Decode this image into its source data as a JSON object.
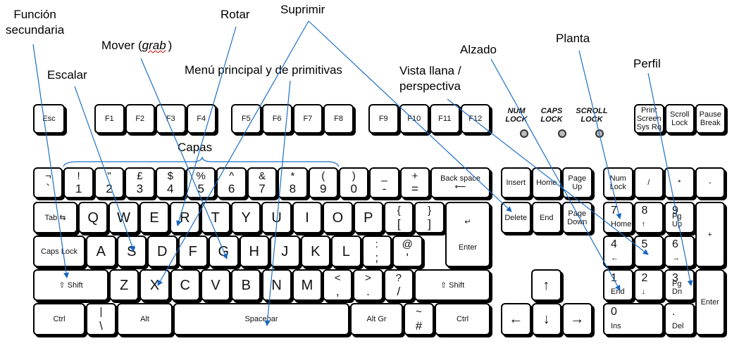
{
  "annotations": {
    "funcion_secundaria": [
      "Función",
      "secundaria"
    ],
    "escalar": "Escalar",
    "mover": "Mover (",
    "mover_grab": "grab",
    "mover_close": ")",
    "rotar": "Rotar",
    "suprimir": "Suprimir",
    "menu": "Menú principal y de primitivas",
    "capas": "Capas",
    "vista": [
      "Vista llana /",
      "perspectiva"
    ],
    "alzado": "Alzado",
    "planta": "Planta",
    "perfil": "Perfil"
  },
  "leds": [
    {
      "label": "NUM\nLOCK"
    },
    {
      "label": "CAPS\nLOCK"
    },
    {
      "label": "SCROLL\nLOCK"
    }
  ],
  "keys": [
    {
      "id": "esc",
      "label": "Esc"
    },
    {
      "id": "f1",
      "label": "F1"
    },
    {
      "id": "f2",
      "label": "F2"
    },
    {
      "id": "f3",
      "label": "F3"
    },
    {
      "id": "f4",
      "label": "F4"
    },
    {
      "id": "f5",
      "label": "F5"
    },
    {
      "id": "f6",
      "label": "F6"
    },
    {
      "id": "f7",
      "label": "F7"
    },
    {
      "id": "f8",
      "label": "F8"
    },
    {
      "id": "f9",
      "label": "F9"
    },
    {
      "id": "f10",
      "label": "F10"
    },
    {
      "id": "f11",
      "label": "F11"
    },
    {
      "id": "f12",
      "label": "F12"
    },
    {
      "id": "print-screen",
      "label": "Print\nScreen\nSys Rq"
    },
    {
      "id": "scroll-lock",
      "label": "Scroll\nLock"
    },
    {
      "id": "pause-break",
      "label": "Pause\nBreak"
    },
    {
      "id": "backtick",
      "top": "¬",
      "bot": "`"
    },
    {
      "id": "1",
      "top": "!",
      "bot": "1"
    },
    {
      "id": "2",
      "top": "\"",
      "bot": "2"
    },
    {
      "id": "3",
      "top": "£",
      "bot": "3"
    },
    {
      "id": "4",
      "top": "$",
      "bot": "4"
    },
    {
      "id": "5",
      "top": "%",
      "bot": "5"
    },
    {
      "id": "6",
      "top": "^",
      "bot": "6"
    },
    {
      "id": "7",
      "top": "&",
      "bot": "7"
    },
    {
      "id": "8",
      "top": "*",
      "bot": "8"
    },
    {
      "id": "9",
      "top": "(",
      "bot": "9"
    },
    {
      "id": "0",
      "top": ")",
      "bot": "0"
    },
    {
      "id": "minus",
      "top": "_",
      "bot": "-"
    },
    {
      "id": "equals",
      "top": "+",
      "bot": "="
    },
    {
      "id": "backspace",
      "label": "Back space\n⟵"
    },
    {
      "id": "tab",
      "label": "Tab ⇆"
    },
    {
      "id": "q",
      "big": "Q"
    },
    {
      "id": "w",
      "big": "W"
    },
    {
      "id": "e",
      "big": "E"
    },
    {
      "id": "r",
      "big": "R"
    },
    {
      "id": "t",
      "big": "T"
    },
    {
      "id": "y",
      "big": "Y"
    },
    {
      "id": "u",
      "big": "U"
    },
    {
      "id": "i",
      "big": "I"
    },
    {
      "id": "o",
      "big": "O"
    },
    {
      "id": "p",
      "big": "P"
    },
    {
      "id": "lbrace",
      "top": "{",
      "bot": "["
    },
    {
      "id": "rbrace",
      "top": "}",
      "bot": "]"
    },
    {
      "id": "enter",
      "label": "↵\n\n\nEnter"
    },
    {
      "id": "caps-lock",
      "label": "Caps Lock"
    },
    {
      "id": "a",
      "big": "A"
    },
    {
      "id": "s",
      "big": "S"
    },
    {
      "id": "d",
      "big": "D"
    },
    {
      "id": "f",
      "big": "F"
    },
    {
      "id": "g",
      "big": "G"
    },
    {
      "id": "h",
      "big": "H"
    },
    {
      "id": "j",
      "big": "J"
    },
    {
      "id": "k",
      "big": "K"
    },
    {
      "id": "l",
      "big": "L"
    },
    {
      "id": "semicolon",
      "top": ":",
      "bot": ";"
    },
    {
      "id": "at",
      "top": "@",
      "bot": "'"
    },
    {
      "id": "left-shift",
      "label": "⇧        Shift"
    },
    {
      "id": "z",
      "big": "Z"
    },
    {
      "id": "x",
      "big": "X"
    },
    {
      "id": "c",
      "big": "C"
    },
    {
      "id": "v",
      "big": "V"
    },
    {
      "id": "b",
      "big": "B"
    },
    {
      "id": "n",
      "big": "N"
    },
    {
      "id": "m",
      "big": "M"
    },
    {
      "id": "comma",
      "top": "<",
      "bot": ","
    },
    {
      "id": "period",
      "top": ">",
      "bot": "."
    },
    {
      "id": "slash",
      "top": "?",
      "bot": "/"
    },
    {
      "id": "right-shift",
      "label": "⇧      Shift"
    },
    {
      "id": "left-ctrl",
      "label": "Ctrl"
    },
    {
      "id": "pipe",
      "top": "|",
      "bot": "\\"
    },
    {
      "id": "alt",
      "label": "Alt"
    },
    {
      "id": "spacebar",
      "label": "Spacebar"
    },
    {
      "id": "alt-gr",
      "label": "Alt Gr"
    },
    {
      "id": "hash",
      "top": "~",
      "bot": "#"
    },
    {
      "id": "right-ctrl",
      "label": "Ctrl"
    },
    {
      "id": "insert",
      "label": "Insert"
    },
    {
      "id": "home",
      "label": "Home"
    },
    {
      "id": "page-up",
      "label": "Page\nUp"
    },
    {
      "id": "delete",
      "label": "Delete"
    },
    {
      "id": "end",
      "label": "End"
    },
    {
      "id": "page-down",
      "label": "Page\nDown"
    },
    {
      "id": "arrow-up",
      "big": "↑"
    },
    {
      "id": "arrow-left",
      "big": "←"
    },
    {
      "id": "arrow-down",
      "big": "↓"
    },
    {
      "id": "arrow-right",
      "big": "→"
    },
    {
      "id": "num-lock",
      "label": "Num\nLock"
    },
    {
      "id": "np-divide",
      "label": "/"
    },
    {
      "id": "np-multiply",
      "label": "*"
    },
    {
      "id": "np-minus",
      "label": "-"
    },
    {
      "id": "np-7",
      "top": "7",
      "bot": "Home"
    },
    {
      "id": "np-8",
      "top": "8",
      "bot": "↑"
    },
    {
      "id": "np-9",
      "top": "9",
      "bot": "Pg Up"
    },
    {
      "id": "np-plus",
      "label": "+"
    },
    {
      "id": "np-4",
      "top": "4",
      "bot": "←"
    },
    {
      "id": "np-5",
      "top": "5",
      "bot": ""
    },
    {
      "id": "np-6",
      "top": "6",
      "bot": "→"
    },
    {
      "id": "np-1",
      "top": "1",
      "bot": "End"
    },
    {
      "id": "np-2",
      "top": "2",
      "bot": "↓"
    },
    {
      "id": "np-3",
      "top": "3",
      "bot": "Pg Dn"
    },
    {
      "id": "np-enter",
      "label": "Enter"
    },
    {
      "id": "np-0",
      "top": "0",
      "bot": "Ins"
    },
    {
      "id": "np-del",
      "top": ".",
      "bot": "Del"
    }
  ]
}
